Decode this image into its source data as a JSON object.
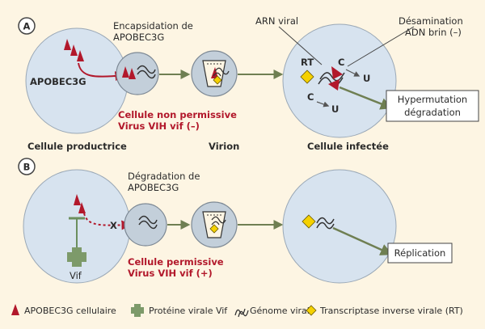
{
  "colors": {
    "background": "#fdf5e3",
    "cell_fill": "#d7e3ef",
    "virion_fill": "#c3cfda",
    "apobec_red": "#b2182b",
    "vif_green": "#6b8f5e",
    "arrow_green": "#6f7f52",
    "rt_yellow": "#f5d100"
  },
  "panel_a": {
    "label": "A",
    "encapsidation_line1": "Encapsidation de",
    "encapsidation_line2": "APOBEC3G",
    "apobec_label": "APOBEC3G",
    "non_permissive_line1": "Cellule non permissive",
    "non_permissive_line2": "Virus VIH vif (–)",
    "arn_viral": "ARN viral",
    "desamination_line1": "Désamination",
    "desamination_line2": "ADN brin (–)",
    "rt_label": "RT",
    "c_label": "C",
    "u_label": "U",
    "hypermutation_line1": "Hypermutation",
    "hypermutation_line2": "dégradation"
  },
  "row_labels": {
    "producer": "Cellule productrice",
    "virion": "Virion",
    "infected": "Cellule infectée"
  },
  "panel_b": {
    "label": "B",
    "degradation_line1": "Dégradation de",
    "degradation_line2": "APOBEC3G",
    "vif_label": "Vif",
    "cross_mark": "X",
    "permissive_line1": "Cellule permissive",
    "permissive_line2": "Virus VIH vif (+)",
    "replication": "Réplication"
  },
  "legend": {
    "apobec": "APOBEC3G cellulaire",
    "vif": "Protéine virale Vif",
    "genome": "Génome viral",
    "rt": "Transcriptase inverse virale (RT)"
  }
}
